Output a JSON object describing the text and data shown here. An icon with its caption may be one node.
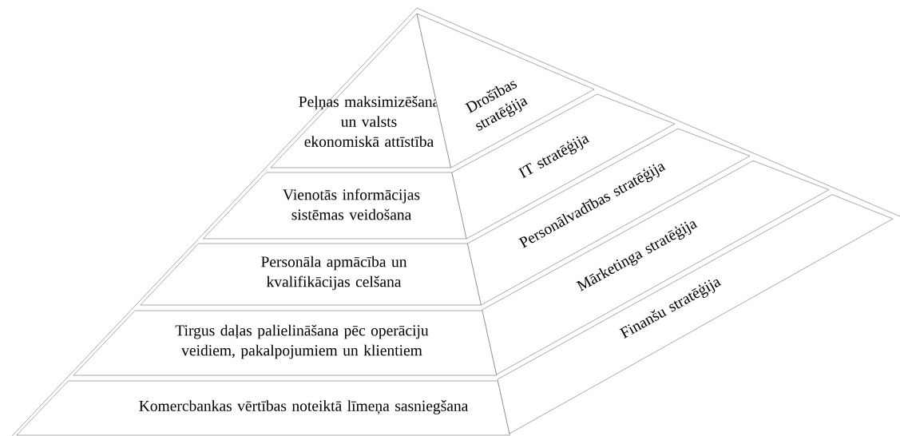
{
  "diagram": {
    "nodes": [
      {
        "text": [
          "Peļņas maksimizēšana un valsts ekonomiskā attīstība"
        ]
      },
      {
        "text": [
          "Vienotās informācijas sistēmas veidošana"
        ]
      },
      {
        "text": [
          "Personāla apmācība un kvalifikācijas celšana"
        ]
      },
      {
        "text": [
          "Tirgus daļas palielināšana pēc operāciju veidiem, pakalpojumiem un klientiem"
        ]
      },
      {
        "text": [
          "Komercbankas vērtības noteiktā līmeņa sasniegšana"
        ]
      },
      {
        "text": [
          "Drošības stratēģija"
        ]
      },
      {
        "text": [
          "IT stratēģija"
        ]
      },
      {
        "text": [
          "Personālvadības stratēģija"
        ]
      },
      {
        "text": [
          "Mārketinga stratēģija"
        ]
      },
      {
        "text": [
          "Finanšu stratēģija"
        ]
      }
    ]
  }
}
